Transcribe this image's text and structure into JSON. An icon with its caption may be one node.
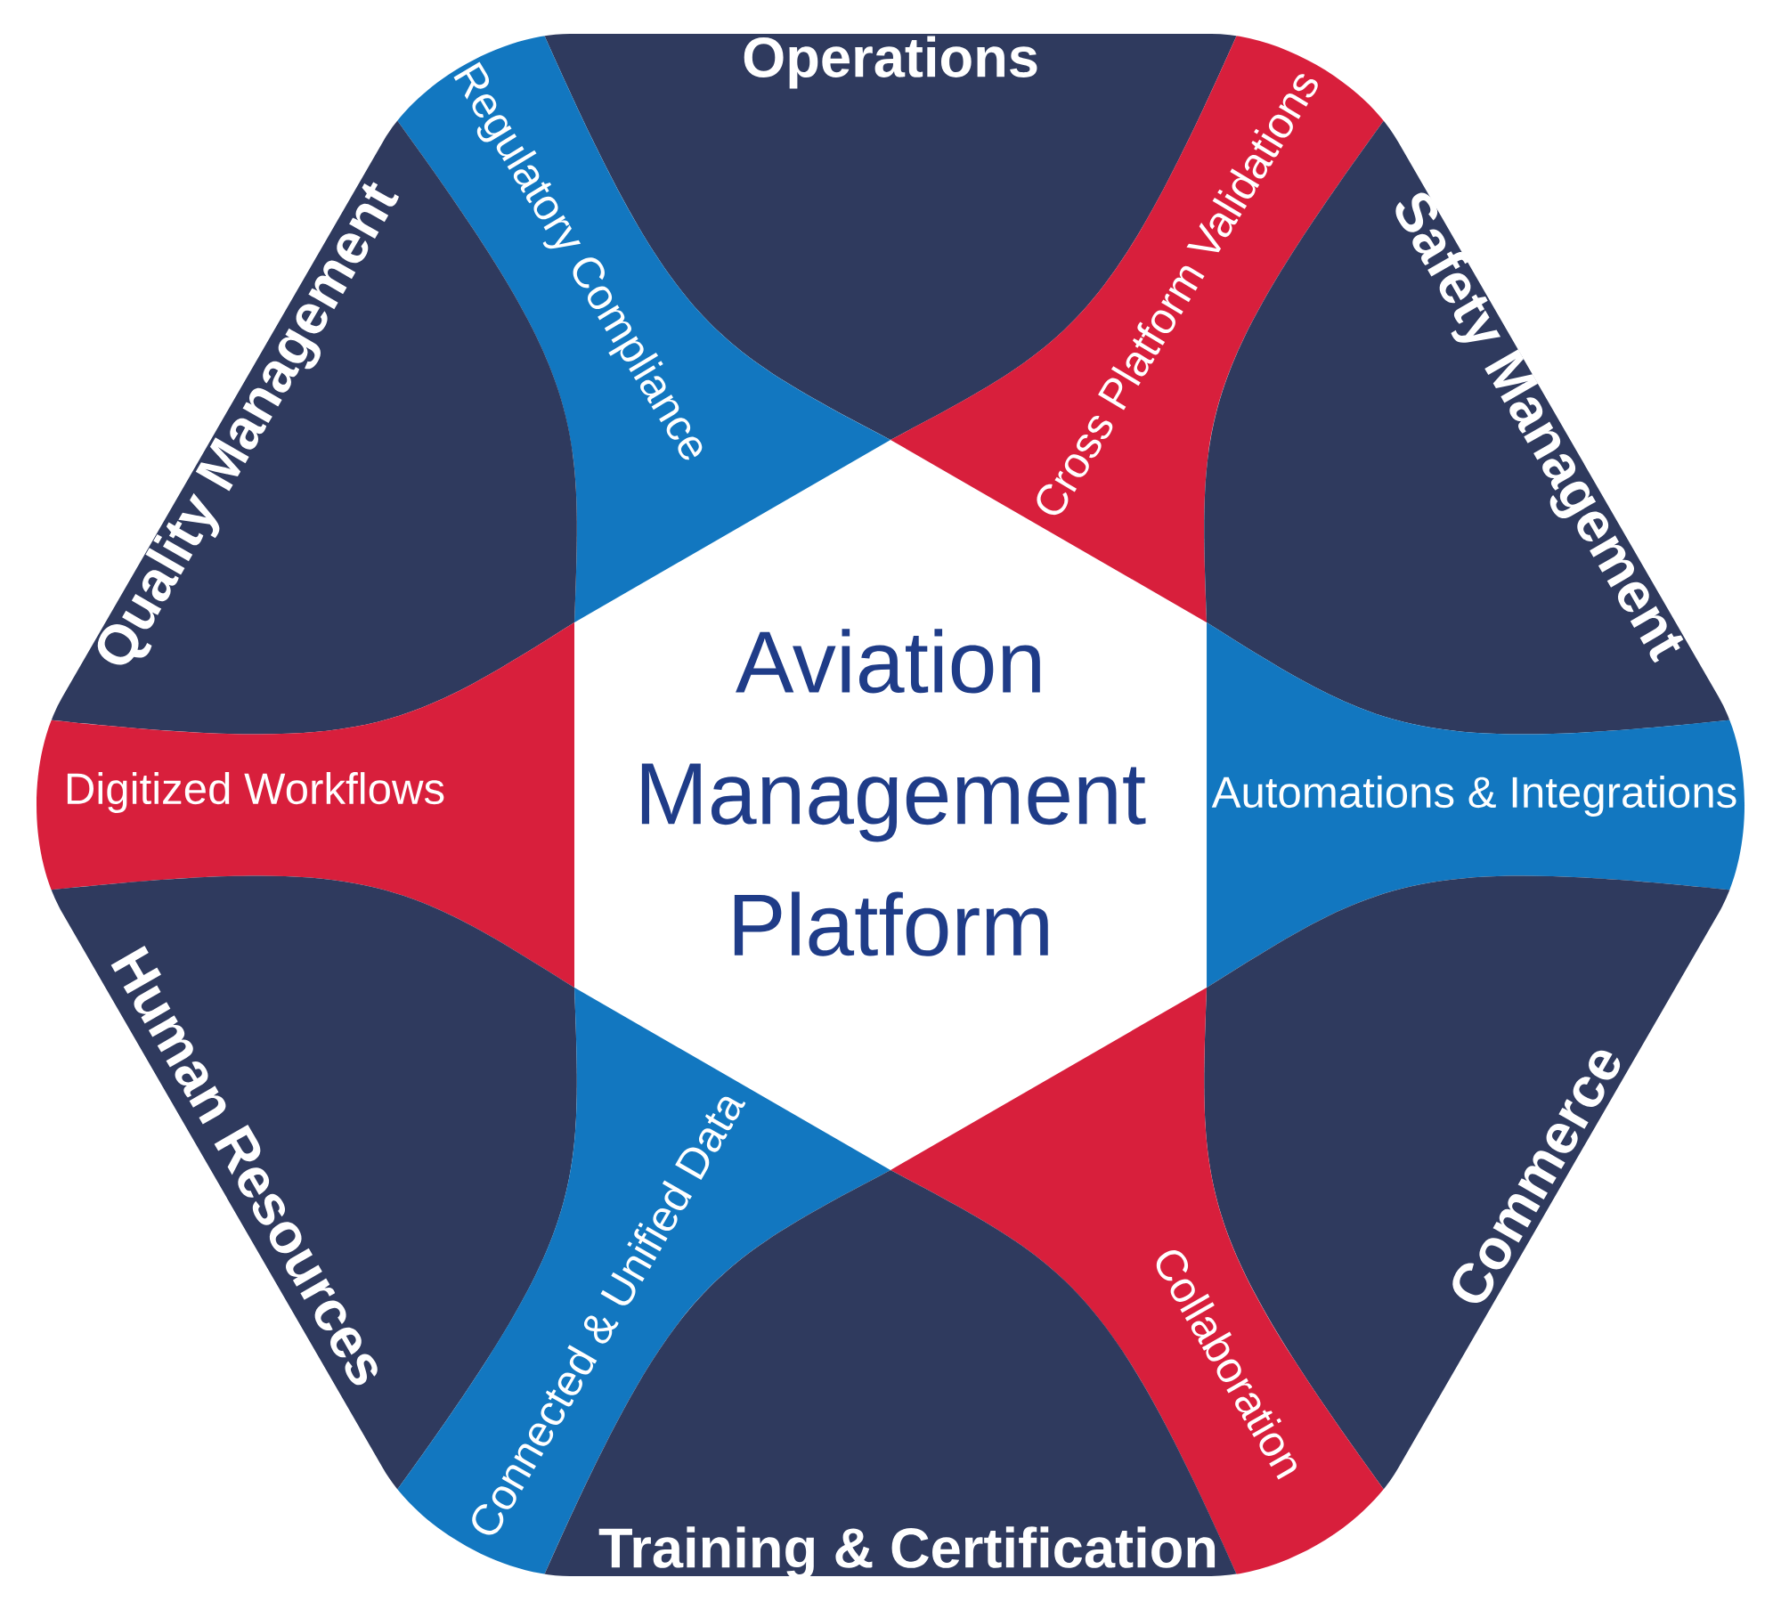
{
  "diagram": {
    "nodes": [
      {
        "text": [
          "Operations"
        ]
      },
      {
        "text": [
          "Regulatory Compliance"
        ]
      },
      {
        "text": [
          "Cross Platform Validations"
        ]
      },
      {
        "text": [
          "Quality Management"
        ]
      },
      {
        "text": [
          "Safety Management"
        ]
      },
      {
        "text": [
          "Digitized Workflows"
        ]
      },
      {
        "text": [
          "Aviation Management Platform"
        ]
      },
      {
        "text": [
          "Automations & Integrations"
        ]
      },
      {
        "text": [
          "Human Resources"
        ]
      },
      {
        "text": [
          "Commerce"
        ]
      },
      {
        "text": [
          "Connected & Unified Data"
        ]
      },
      {
        "text": [
          "Collaboration"
        ]
      },
      {
        "text": [
          "Training & Certification"
        ]
      }
    ]
  }
}
